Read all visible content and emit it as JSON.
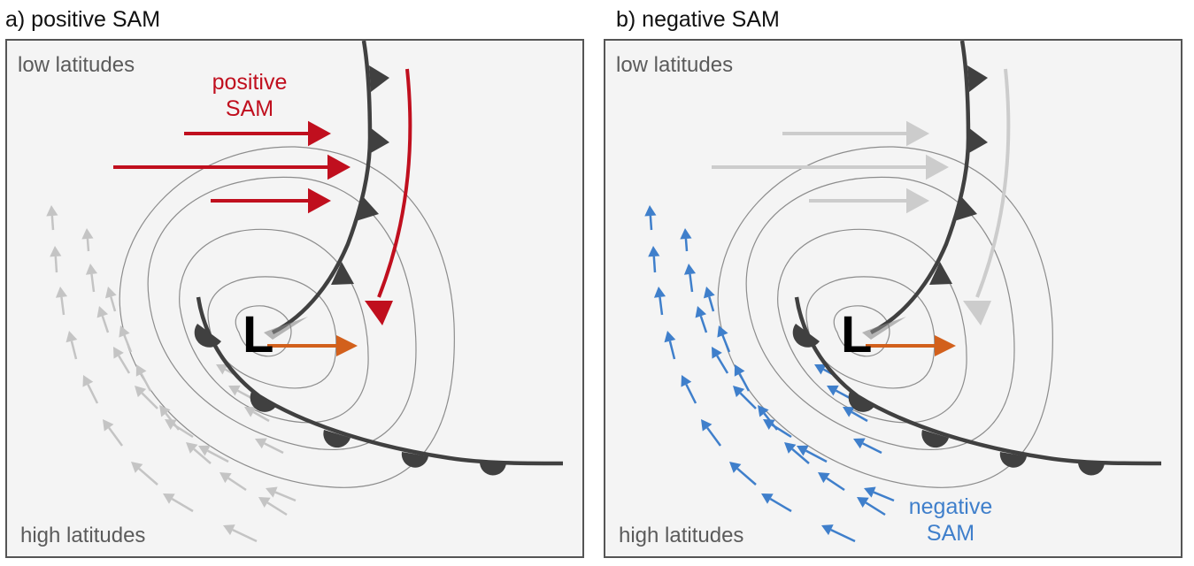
{
  "panels": {
    "a": {
      "title": "a) positive SAM",
      "low_label": "low latitudes",
      "high_label": "high latitudes",
      "sam_label_line1": "positive",
      "sam_label_line2": "SAM",
      "sam_color": "#c00f1e",
      "midlatitude_arrow_color": "#c00f1e",
      "highlatitude_arrow_color": "#c4c4c4"
    },
    "b": {
      "title": "b) negative SAM",
      "low_label": "low latitudes",
      "high_label": "high latitudes",
      "sam_label_line1": "negative",
      "sam_label_line2": "SAM",
      "sam_color": "#3f7fcb",
      "midlatitude_arrow_color": "#cccccc",
      "highlatitude_arrow_color": "#3f7fcb"
    }
  },
  "low_pressure_symbol": "L",
  "colors": {
    "fronts": "#404040",
    "isobars": "#8c8c8c",
    "motion_arrow": "#d2601c"
  },
  "icons": {
    "cold_front": "triangle-front-symbols",
    "warm_front": "semicircle-front-symbols"
  }
}
